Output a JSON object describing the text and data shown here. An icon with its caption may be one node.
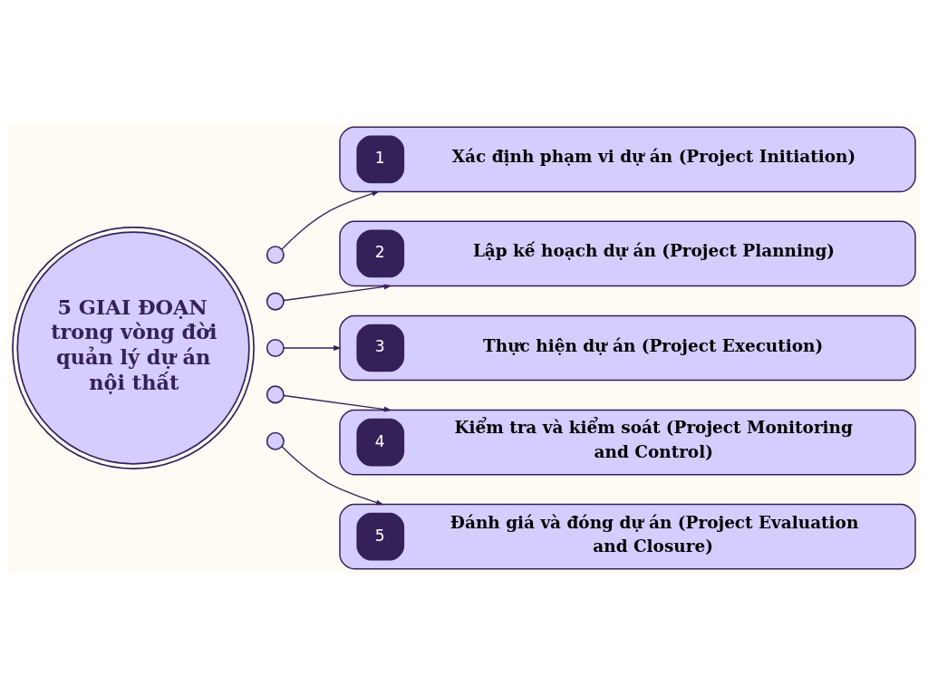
{
  "diagram": {
    "nodes": [
      {
        "text": [
          "5 GIAI ĐOẠN trong vòng đời quản lý dự án nội thất"
        ]
      },
      {
        "text": [],
        "shape": "circle"
      },
      {
        "text": [],
        "shape": "circle"
      },
      {
        "text": [],
        "shape": "circle"
      },
      {
        "text": [],
        "shape": "circle"
      },
      {
        "text": [],
        "shape": "circle"
      },
      {
        "text": [
          "1",
          "Xác định phạm vi dự án (Project Initiation)"
        ]
      },
      {
        "text": [
          "2",
          "Lập kế hoạch dự án (Project Planning)"
        ]
      },
      {
        "text": [
          "3",
          "Thực hiện dự án (Project Execution)"
        ]
      },
      {
        "text": [
          "4",
          "Kiểm tra và kiểm soát (Project Monitoring and Control)"
        ]
      },
      {
        "text": [
          "5",
          "Đánh giá và đóng dự án (Project Evaluation and Closure)"
        ]
      }
    ],
    "edges": [
      {
        "from": 1,
        "to": 6,
        "arrow": "to"
      },
      {
        "from": 2,
        "to": 7,
        "arrow": "to"
      },
      {
        "from": 3,
        "to": 8,
        "arrow": "to"
      },
      {
        "from": 4,
        "to": 9,
        "arrow": "to"
      },
      {
        "from": 5,
        "to": 10,
        "arrow": "to"
      }
    ]
  }
}
